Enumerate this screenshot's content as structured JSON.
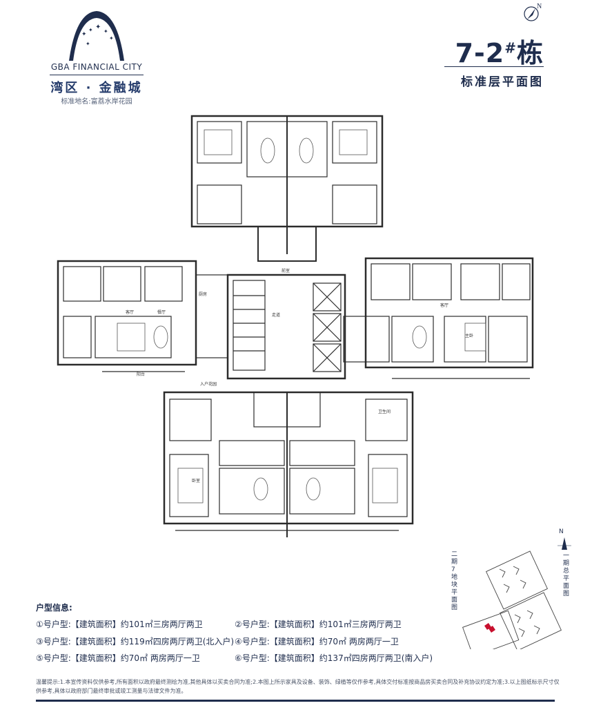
{
  "brand": {
    "name_en": "GBA FINANCIAL CITY",
    "name_cn": "湾区 · 金融城",
    "subtitle": "标准地名:富荔水岸花园"
  },
  "title": {
    "building": "7-2",
    "sup": "#",
    "suffix": "栋",
    "subtitle": "标准层平面图"
  },
  "compass": {
    "north": "N"
  },
  "plan_labels": {
    "hall": "前室",
    "lobby": "走道",
    "room_living": "客厅",
    "room_dining": "餐厅",
    "room_bed": "卧室",
    "room_master": "主卧",
    "room_kitchen": "厨房",
    "room_bath": "卫生间",
    "room_balcony": "阳台",
    "entry": "入户花园"
  },
  "sitemap": {
    "north": "N",
    "label_left": "二期7地块平面图",
    "label_right": "一期总平面图"
  },
  "unit_info": {
    "title": "户型信息:",
    "items": [
      "①号户型:【建筑面积】约101㎡三房两厅两卫",
      "②号户型:【建筑面积】约101㎡三房两厅两卫",
      "③号户型:【建筑面积】约119㎡四房两厅两卫(北入户)",
      "④号户型:【建筑面积】约70㎡ 两房两厅一卫",
      "⑤号户型:【建筑面积】约70㎡ 两房两厅一卫",
      "⑥号户型:【建筑面积】约137㎡四房两厅两卫(南入户)"
    ]
  },
  "disclaimer": "温馨提示:1.本宣传资料仅供参考,所有面积以政府最终测绘为准,其他具体以买卖合同为准;2.本图上所示家具及设备、装饰、绿植等仅作参考,具体交付标准按商品房买卖合同及补充协议约定为准;3.以上图纸标示尺寸仅供参考,具体以政府部门最终审批或竣工测量与法律文件为准。",
  "colors": {
    "primary": "#1f2d4d",
    "line": "#2b2b2b"
  }
}
